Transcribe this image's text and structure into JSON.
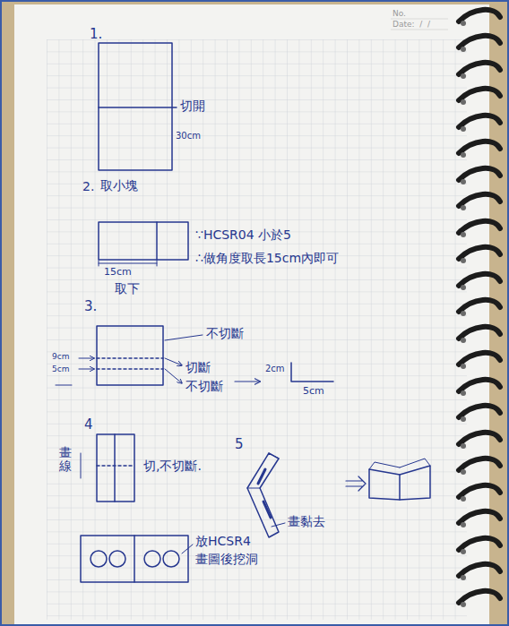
{
  "diagram": {
    "labels": [
      "No.",
      "Date:  /  /",
      "1.",
      "切開",
      "30cm",
      "2.",
      "取小塊",
      "∵HCSR04 小於5",
      "∴做角度取長15cm內即可",
      "15cm",
      "取下",
      "3.",
      "不切斷",
      "9cm",
      "5cm",
      "切斷",
      "不切斷",
      "2cm",
      "5cm",
      "4",
      "畫線",
      "切,不切斷.",
      "5",
      "畫黏去",
      "放HCSR4",
      "畫圖後挖洞"
    ]
  }
}
